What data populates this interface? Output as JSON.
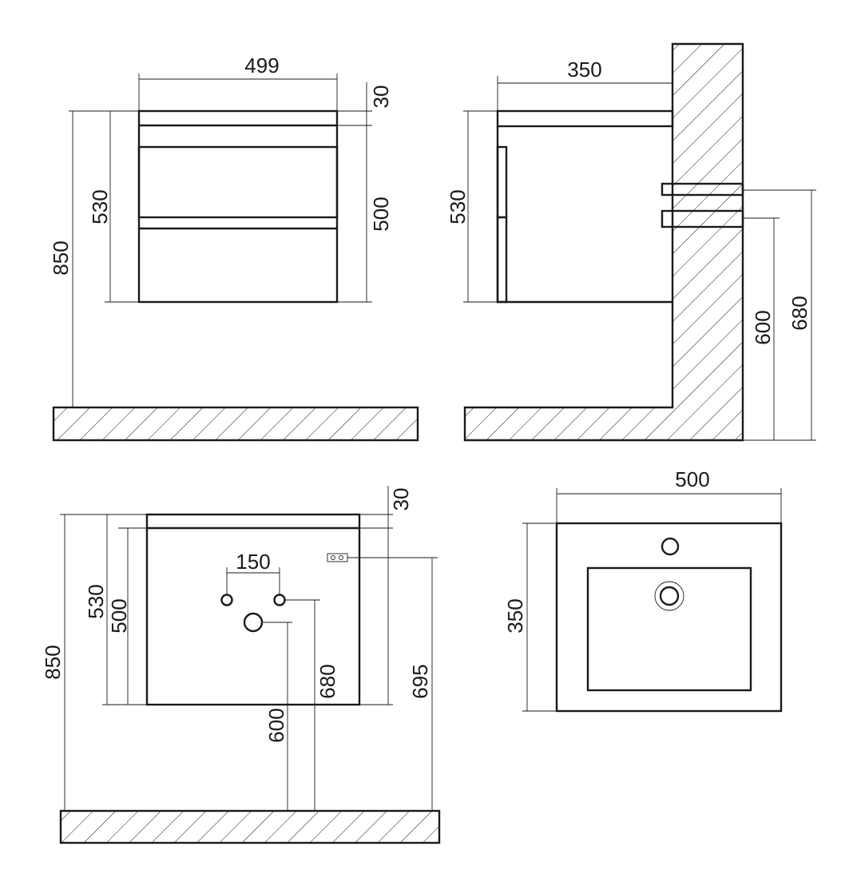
{
  "drawing": {
    "front_view": {
      "width": "499",
      "top_thickness": "30",
      "cabinet_height": "530",
      "front_height": "500",
      "floor_to_top": "850"
    },
    "side_view": {
      "depth": "350",
      "cabinet_height": "530",
      "drain_height": "600",
      "supply_height": "680"
    },
    "rear_view": {
      "top_thickness": "30",
      "supply_spacing": "150",
      "cabinet_height": "530",
      "body_height": "500",
      "floor_to_top": "850",
      "supply_height": "680",
      "drain_height": "600",
      "socket_height": "695"
    },
    "top_view": {
      "width": "500",
      "depth": "350"
    }
  },
  "colors": {
    "line": "#1a1a1a",
    "background": "#ffffff"
  }
}
